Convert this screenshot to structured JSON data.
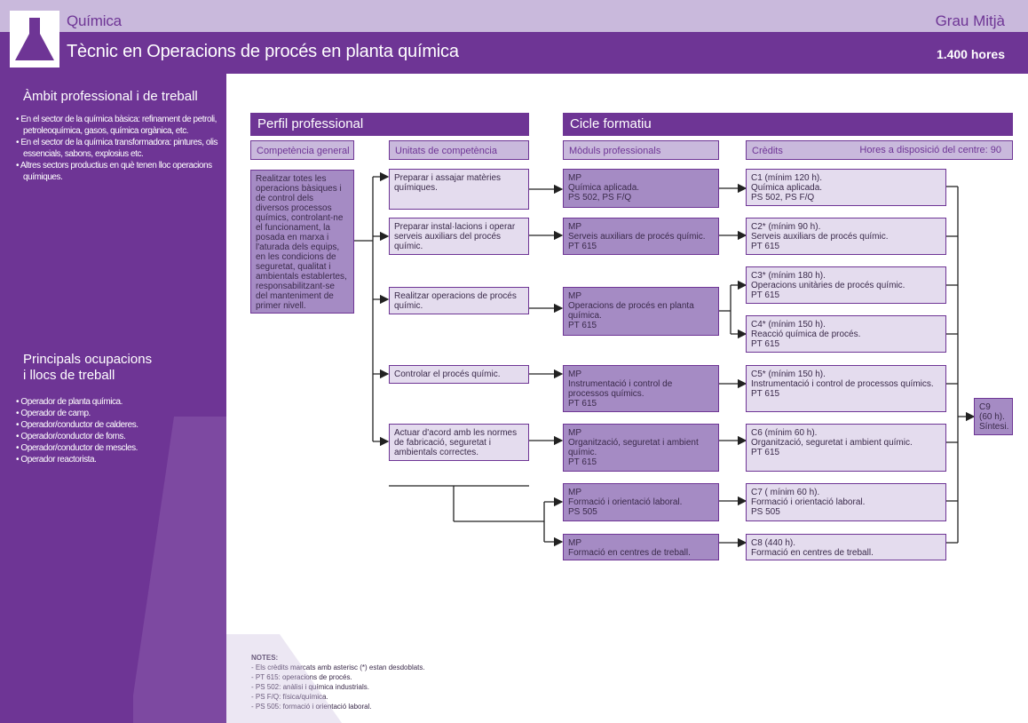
{
  "header": {
    "field": "Química",
    "level": "Grau Mitjà",
    "title": "Tècnic en Operacions de procés en planta química",
    "hours": "1.400 hores",
    "logo_icon": "flask-icon"
  },
  "sidebar": {
    "section1_title": "Àmbit professional i de treball",
    "section1_items": [
      "• En el sector de la química bàsica: refinament de petroli, petroleoquímica, gasos, química orgànica, etc.",
      "• En el sector de la química transformadora: pintures, olis essencials, sabons, explosius etc.",
      "• Altres sectors productius en què tenen lloc operacions químiques."
    ],
    "section2_title_line1": "Principals ocupacions",
    "section2_title_line2": "i llocs de treball",
    "section2_items": [
      "• Operador de planta química.",
      "• Operador de camp.",
      "• Operador/conductor de calderes.",
      "• Operador/conductor de forns.",
      "• Operador/conductor de mescles.",
      "• Operador reactorista."
    ]
  },
  "perfil": {
    "title": "Perfil professional",
    "competencia_header": "Competència general",
    "unitats_header": "Unitats de competència",
    "competencia_text": "Realitzar totes les operacions bàsiques i de control dels diversos processos químics, controlant-ne el funcionament, la posada en marxa i l'aturada dels equips, en les condicions de seguretat, qualitat i ambientals establertes, responsabilitzant-se del manteniment de primer nivell.",
    "unitats": [
      "Preparar i assajar matèries químiques.",
      "Preparar instal·lacions i operar serveis auxiliars del procés químic.",
      "Realitzar operacions de procés químic.",
      "Controlar el procés químic.",
      "Actuar d'acord amb les normes de fabricació, seguretat i ambientals correctes."
    ]
  },
  "cicle": {
    "title": "Cicle formatiu",
    "moduls_header": "Mòduls professionals",
    "credits_header": "Crèdits",
    "hores_centre": "Hores a disposició del centre: 90",
    "moduls": [
      {
        "l1": "MP",
        "l2": "Química aplicada.",
        "l3": "PS 502, PS F/Q"
      },
      {
        "l1": "MP",
        "l2": "Serveis auxiliars de procés químic.",
        "l3": "PT 615"
      },
      {
        "l1": "MP",
        "l2": "Operacions de procés en planta química.",
        "l3": "PT 615"
      },
      {
        "l1": "MP",
        "l2": "Instrumentació i control de processos químics.",
        "l3": "PT 615"
      },
      {
        "l1": "MP",
        "l2": "Organització, seguretat i ambient químic.",
        "l3": "PT 615"
      },
      {
        "l1": "MP",
        "l2": "Formació i orientació laboral.",
        "l3": "PS 505"
      },
      {
        "l1": "MP",
        "l2": "Formació en centres de treball.",
        "l3": ""
      }
    ],
    "credits": [
      {
        "l1": "C1 (mínim 120 h).",
        "l2": "Química aplicada.",
        "l3": "PS 502, PS F/Q"
      },
      {
        "l1": "C2* (mínim 90 h).",
        "l2": "Serveis auxiliars de procés químic.",
        "l3": "PT 615"
      },
      {
        "l1": "C3* (mínim 180 h).",
        "l2": "Operacions unitàries de procés químic.",
        "l3": "PT 615"
      },
      {
        "l1": "C4* (mínim 150 h).",
        "l2": "Reacció química de procés.",
        "l3": "PT 615"
      },
      {
        "l1": "C5* (mínim 150 h).",
        "l2": "Instrumentació i control de processos químics.",
        "l3": "PT 615"
      },
      {
        "l1": "C6 (mínim 60 h).",
        "l2": "Organització, seguretat i ambient químic.",
        "l3": "PT 615"
      },
      {
        "l1": "C7 ( mínim 60 h).",
        "l2": "Formació i orientació laboral.",
        "l3": "PS 505"
      },
      {
        "l1": "C8 (440 h).",
        "l2": "Formació en centres de treball.",
        "l3": ""
      }
    ],
    "c9": {
      "l1": "C9",
      "l2": "(60 h).",
      "l3": "Síntesi."
    }
  },
  "notes": {
    "title": "NOTES:",
    "items": [
      "- Els crèdits marcats amb asterisc (*) estan desdoblats.",
      "- PT 615: operacions de procés.",
      "- PS 502: anàlisi i química industrials.",
      "- PS F/Q: física/química.",
      "- PS 505: formació i orientació laboral."
    ]
  },
  "colors": {
    "primary": "#6e3595",
    "light": "#c9b9dc",
    "box_light": "#e4dcee",
    "box_mid": "#a58bc4"
  }
}
